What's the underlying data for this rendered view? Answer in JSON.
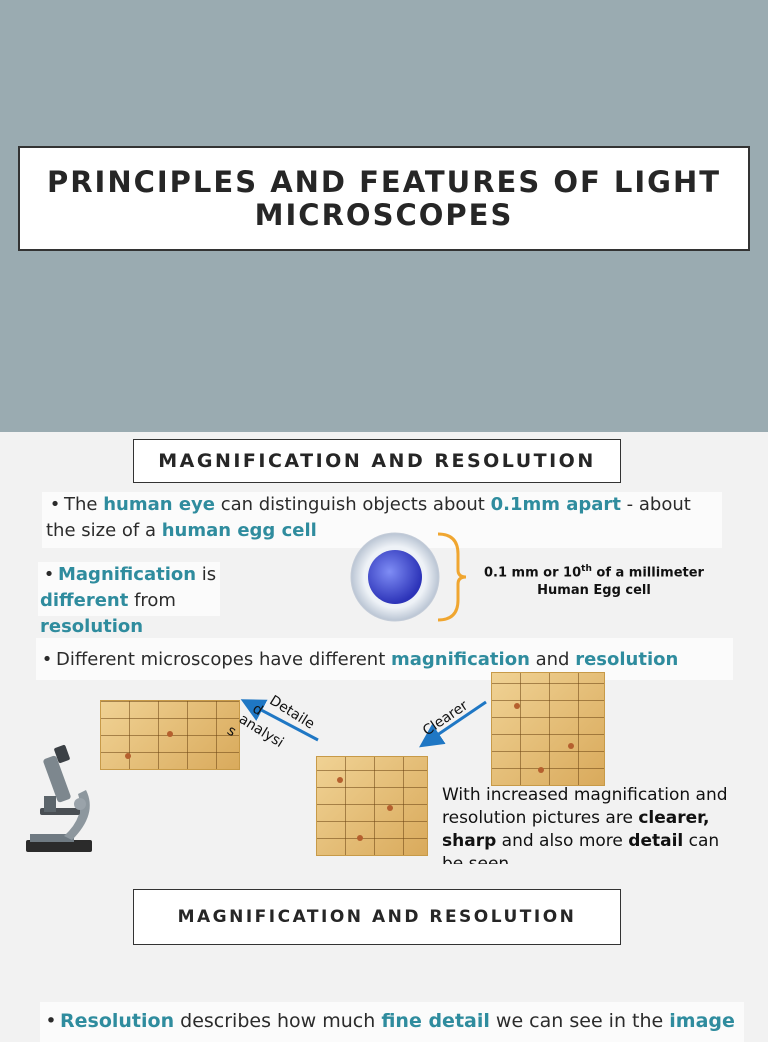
{
  "slide1": {
    "title": "PRINCIPLES AND FEATURES OF LIGHT MICROSCOPES"
  },
  "slide2": {
    "header": "MAGNIFICATION AND RESOLUTION",
    "bullet1": {
      "p1": "The ",
      "h1": "human eye",
      "p2": " can distinguish objects about ",
      "h2": "0.1mm apart",
      "p3": " - about the size of a ",
      "h3": "human egg cell"
    },
    "bullet2": {
      "h1": "Magnification",
      "p1": " is ",
      "h2": "different",
      "p2": " from ",
      "h3": "resolution"
    },
    "egg_label": {
      "line1_pre": "0.1 mm or 10",
      "sup": "th",
      "line1_post": " of a millimeter",
      "line2": "Human Egg cell"
    },
    "bullet3": {
      "p1": "Different microscopes have different ",
      "h1": "magnification",
      "p2": " and ",
      "h2": "resolution"
    },
    "arrow_label_left": [
      "Detaile",
      "d",
      "analysi",
      "s"
    ],
    "arrow_label_right": "Clearer",
    "caption": {
      "p1": "With increased magnification and resolution pictures are ",
      "b1": "clearer, sharp",
      "p2": " and also more ",
      "b2": "detail",
      "p3": " can be seen"
    },
    "colors": {
      "highlight": "#2f8c9e",
      "arrow": "#1f77c4",
      "brace": "#f0a630"
    }
  },
  "slide3": {
    "header": "MAGNIFICATION AND RESOLUTION",
    "bullet1": {
      "h1": "Resolution",
      "p1": " describes how much ",
      "h2": "fine detail",
      "p2": " we can see in the ",
      "h3": "image"
    }
  }
}
